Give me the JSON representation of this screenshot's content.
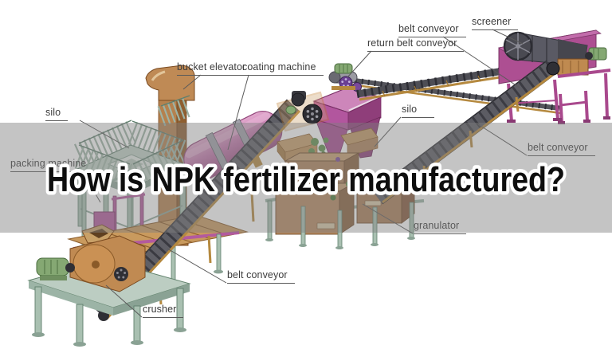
{
  "title": "How is NPK fertilizer manufactured?",
  "labels": {
    "silo_left": "silo",
    "packing_machine": "packing machine",
    "bucket_elevator": "bucket elevator",
    "coating_machine": "coating machine",
    "belt_conveyor_top": "belt conveyor",
    "return_belt_conveyor": "return belt conveyor",
    "screener": "screener",
    "silo_mid": "silo",
    "belt_conveyor_right": "belt conveyor",
    "granulator": "granulator",
    "belt_conveyor_bottom": "belt conveyor",
    "crusher": "crusher"
  },
  "machines": [
    "silo",
    "packing machine",
    "crusher",
    "belt conveyor",
    "bucket elevator",
    "coating machine",
    "silo",
    "granulator",
    "return belt conveyor",
    "belt conveyor",
    "screener",
    "belt conveyor"
  ],
  "colors": {
    "background": "#ffffff",
    "overlay_band": "#7f7f7f",
    "title_fill": "#0e0e0e",
    "title_outline": "#ffffff",
    "label_text": "#3c3c3c",
    "leader_line": "#5a5a5a",
    "machine_teal": "#a9c0b1",
    "machine_tan": "#c08a52",
    "machine_brown": "#b5814e",
    "machine_pink_drum": "#c478ae",
    "machine_magenta": "#ad4f92",
    "machine_green_motor": "#85a873",
    "belt_gray": "#5c5c63",
    "wheel_purple": "#6a3f92"
  }
}
